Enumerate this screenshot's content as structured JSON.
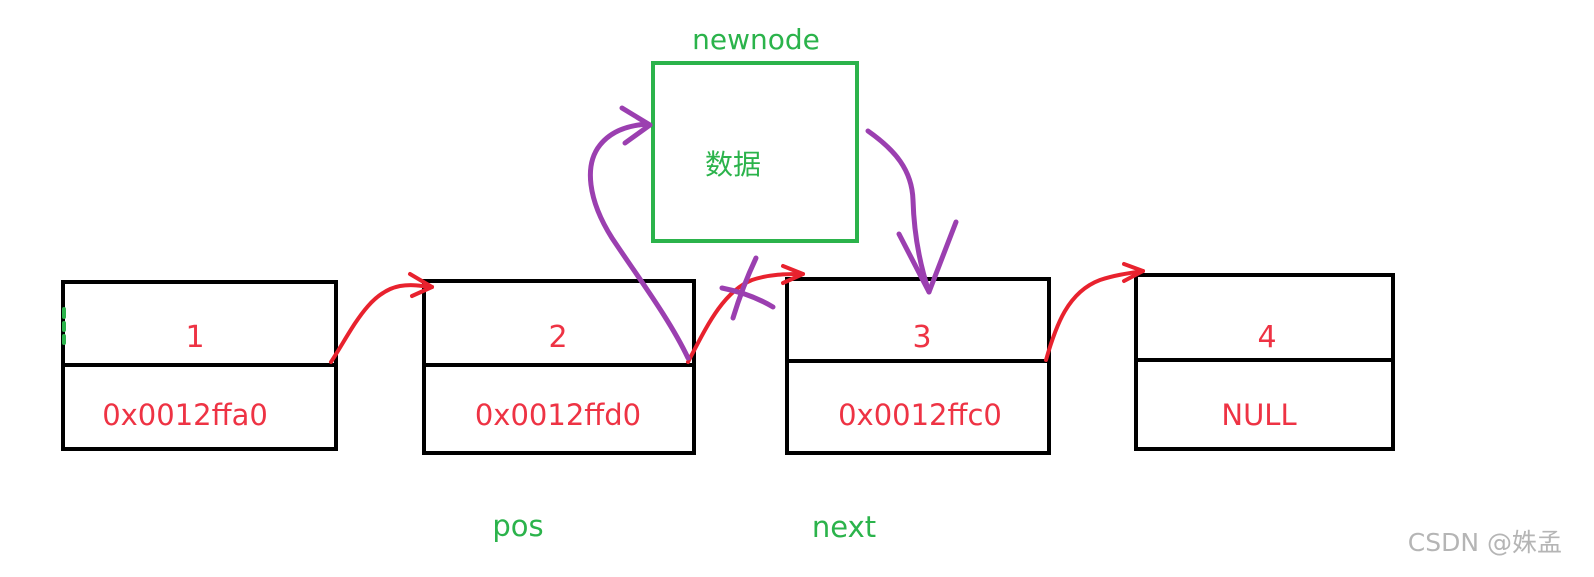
{
  "nodes": [
    {
      "value": "1",
      "next_addr": "0x0012ffa0"
    },
    {
      "value": "2",
      "next_addr": "0x0012ffd0"
    },
    {
      "value": "3",
      "next_addr": "0x0012ffc0"
    },
    {
      "value": "4",
      "next_addr": "NULL"
    }
  ],
  "newnode": {
    "title": "newnode",
    "content": "数据"
  },
  "pointer_labels": {
    "pos": "pos",
    "next": "next"
  },
  "watermark": "CSDN @姝孟",
  "colors": {
    "node_text": "#ee3344",
    "link_arrow": "#e8222e",
    "new_link": "#9b3fb0",
    "newnode_border": "#2bb34b",
    "label_green": "#2bb34b",
    "box_border": "#000000"
  }
}
